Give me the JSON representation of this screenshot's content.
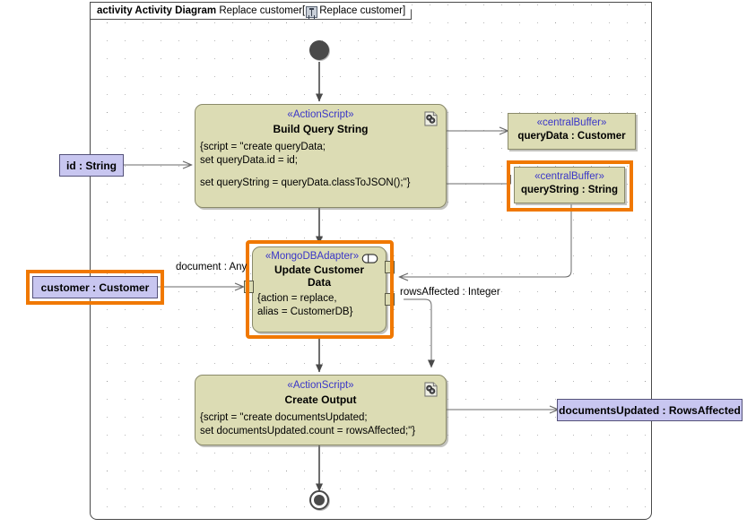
{
  "frame": {
    "keyword": "activity Activity Diagram",
    "name": "Replace customer",
    "bracket_open": "[",
    "icon": "activity-diagram-icon",
    "qualifier": "Replace customer",
    "bracket_close": "]"
  },
  "nodes": {
    "initial": {
      "name": "initial-node"
    },
    "final": {
      "name": "activity-final-node"
    },
    "build_query": {
      "stereotype": "«ActionScript»",
      "title": "Build Query String",
      "body_line1": "{script = \"create queryData;",
      "body_line2": "set queryData.id = id;",
      "body_line3": "set queryString = queryData.classToJSON();\"}",
      "icon": "script-icon"
    },
    "update_customer": {
      "stereotype": "«MongoDBAdapter»",
      "title_line1": "Update Customer",
      "title_line2": "Data",
      "body_line1": "{action = replace,",
      "body_line2": "alias = CustomerDB}",
      "icon": "database-icon",
      "selected": true
    },
    "create_output": {
      "stereotype": "«ActionScript»",
      "title": "Create Output",
      "body_line1": "{script = \"create documentsUpdated;",
      "body_line2": "set documentsUpdated.count = rowsAffected;\"}",
      "icon": "script-icon"
    }
  },
  "buffers": [
    {
      "stereotype": "«centralBuffer»",
      "name": "queryData : Customer",
      "selected": false
    },
    {
      "stereotype": "«centralBuffer»",
      "name": "queryString : String",
      "selected": true
    }
  ],
  "parameters": [
    {
      "name": "id : String",
      "selected": false
    },
    {
      "name": "customer : Customer",
      "selected": true
    },
    {
      "name": "documentsUpdated : RowsAffected",
      "selected": false
    }
  ],
  "edge_labels": [
    {
      "text": "document : Any"
    },
    {
      "text": "rowsAffected : Integer"
    }
  ],
  "colors": {
    "node_fill": "#dcdcb4",
    "node_stroke": "#8a8a6a",
    "stereotype_text": "#3a36c8",
    "parameter_fill": "#c8c6f0",
    "parameter_stroke": "#55527a",
    "selection": "#f07800",
    "edge": "#555555",
    "frame_stroke": "#4a4a4a"
  }
}
